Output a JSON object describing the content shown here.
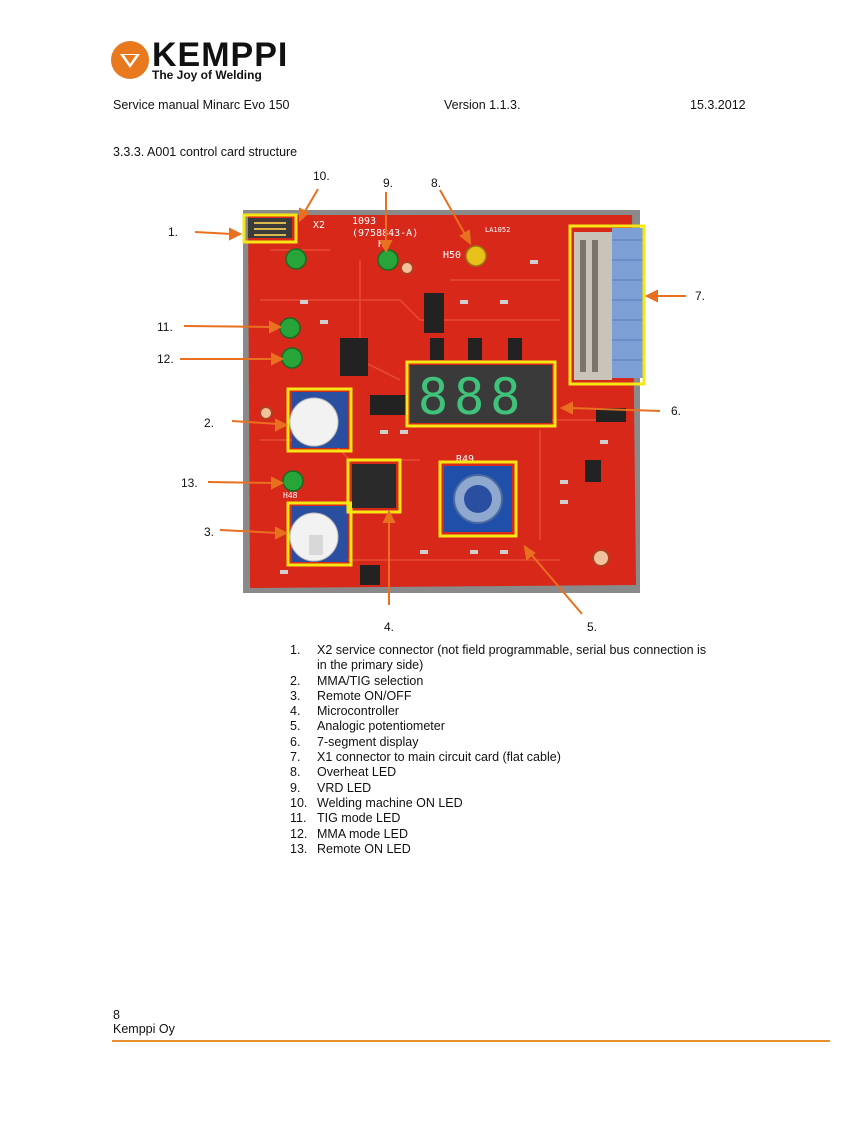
{
  "brand": {
    "name": "KEMPPI",
    "tagline": "The Joy of Welding",
    "logo_color": "#e8791e"
  },
  "header": {
    "title": "Service manual Minarc Evo 150",
    "version": "Version 1.1.3.",
    "date": "15.3.2012"
  },
  "section": {
    "title": "3.3.3. A001 control card structure"
  },
  "figure": {
    "callouts": [
      "1.",
      "2.",
      "3.",
      "4.",
      "5.",
      "6.",
      "7.",
      "8.",
      "9.",
      "10.",
      "11.",
      "12.",
      "13."
    ],
    "board_labels": {
      "x2": "X2",
      "part": "1093",
      "part_code": "(9758843-A)",
      "h6": "H6",
      "h50": "H50",
      "la": "LA1052",
      "r49": "R49",
      "h48": "H48",
      "display": "888"
    },
    "colors": {
      "board": "#d8281a",
      "highlight": "#f5e614",
      "arrow": "#e8701e",
      "led_green": "#27a538",
      "led_yellow": "#e8c21a"
    }
  },
  "legend": [
    {
      "num": "1.",
      "text": "X2 service connector (not field programmable, serial bus connection is in the primary side)"
    },
    {
      "num": "2.",
      "text": "MMA/TIG selection"
    },
    {
      "num": "3.",
      "text": "Remote ON/OFF"
    },
    {
      "num": "4.",
      "text": "Microcontroller"
    },
    {
      "num": "5.",
      "text": "Analogic potentiometer"
    },
    {
      "num": "6.",
      "text": "7-segment display"
    },
    {
      "num": "7.",
      "text": "X1 connector to main circuit card (flat cable)"
    },
    {
      "num": "8.",
      "text": "Overheat LED"
    },
    {
      "num": "9.",
      "text": "VRD LED"
    },
    {
      "num": "10.",
      "text": "Welding machine ON LED"
    },
    {
      "num": "11.",
      "text": "TIG mode LED"
    },
    {
      "num": "12.",
      "text": "MMA mode LED"
    },
    {
      "num": "13.",
      "text": "Remote ON LED"
    }
  ],
  "footer": {
    "page": "8",
    "company": "Kemppi Oy",
    "line_color": "#e8902e"
  }
}
